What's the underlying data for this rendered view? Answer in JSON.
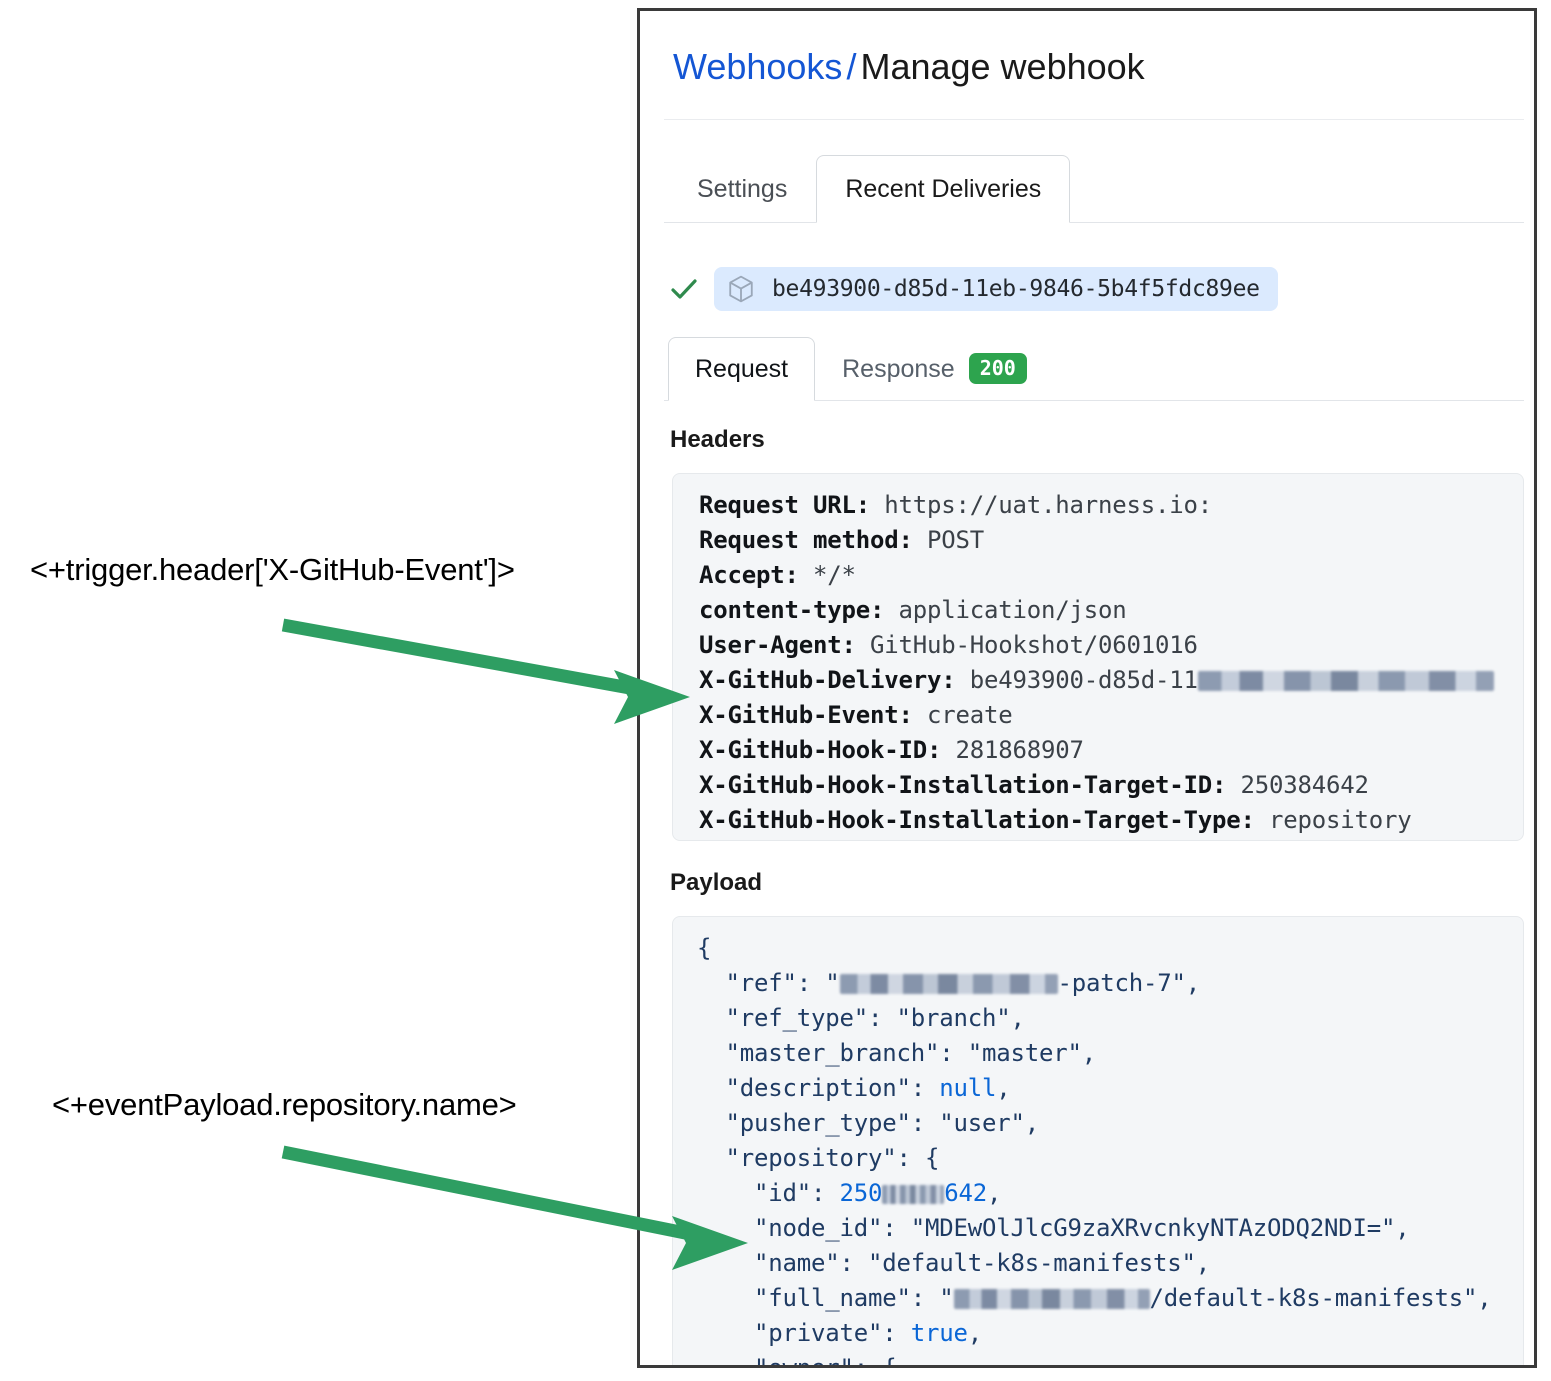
{
  "annotations": [
    {
      "id": "trigger-header",
      "text": "<+trigger.header['X-GitHub-Event']>"
    },
    {
      "id": "event-payload",
      "text": "<+eventPayload.repository.name>"
    }
  ],
  "panel": {
    "breadcrumb": {
      "link": "Webhooks",
      "separator": "/",
      "current": "Manage webhook"
    },
    "main_tabs": [
      {
        "label": "Settings",
        "selected": false
      },
      {
        "label": "Recent Deliveries",
        "selected": true
      }
    ],
    "delivery": {
      "status_icon": "check-icon",
      "package_icon": "cube-icon",
      "guid": "be493900-d85d-11eb-9846-5b4f5fdc89ee"
    },
    "sub_tabs": [
      {
        "label": "Request",
        "selected": true,
        "badge": null
      },
      {
        "label": "Response",
        "selected": false,
        "badge": "200"
      }
    ],
    "headers_section": {
      "title": "Headers",
      "lines": [
        {
          "key": "Request URL:",
          "value": "https://uat.harness.io:"
        },
        {
          "key": "Request method:",
          "value": "POST"
        },
        {
          "key": "Accept:",
          "value": "*/*"
        },
        {
          "key": "content-type:",
          "value": "application/json"
        },
        {
          "key": "User-Agent:",
          "value": "GitHub-Hookshot/0601016"
        },
        {
          "key": "X-GitHub-Delivery:",
          "value": "be493900-d85d-11",
          "redacted": true
        },
        {
          "key": "X-GitHub-Event:",
          "value": "create"
        },
        {
          "key": "X-GitHub-Hook-ID:",
          "value": "281868907"
        },
        {
          "key": "X-GitHub-Hook-Installation-Target-ID:",
          "value": "250384642"
        },
        {
          "key": "X-GitHub-Hook-Installation-Target-Type:",
          "value": "repository"
        }
      ]
    },
    "payload_section": {
      "title": "Payload",
      "lines": [
        "{",
        "  \"ref\": \"███-patch-7\",",
        "  \"ref_type\": \"branch\",",
        "  \"master_branch\": \"master\",",
        "  \"description\": null,",
        "  \"pusher_type\": \"user\",",
        "  \"repository\": {",
        "    \"id\": 250██642,",
        "    \"node_id\": \"MDEwOlJlcG9zaXRvcnkyNTAzODQ2NDI=\",",
        "    \"name\": \"default-k8s-manifests\",",
        "    \"full_name\": \"███/default-k8s-manifests\",",
        "    \"private\": true,",
        "    \"owner\": {"
      ],
      "values": {
        "ref_suffix": "-patch-7",
        "ref_type": "branch",
        "master_branch": "master",
        "description": "null",
        "pusher_type": "user",
        "repo_id_prefix": "250",
        "repo_id_suffix": "642",
        "node_id": "MDEwOlJlcG9zaXRvcnkyNTAzODQ2NDI=",
        "name": "default-k8s-manifests",
        "full_name_suffix": "/default-k8s-manifests",
        "private": "true"
      }
    }
  },
  "colors": {
    "link": "#1456d4",
    "arrow_green": "#2e9e62",
    "badge_green": "#2da44e",
    "chip_blue": "#dbeafe",
    "code_bg": "#f4f6f8"
  }
}
